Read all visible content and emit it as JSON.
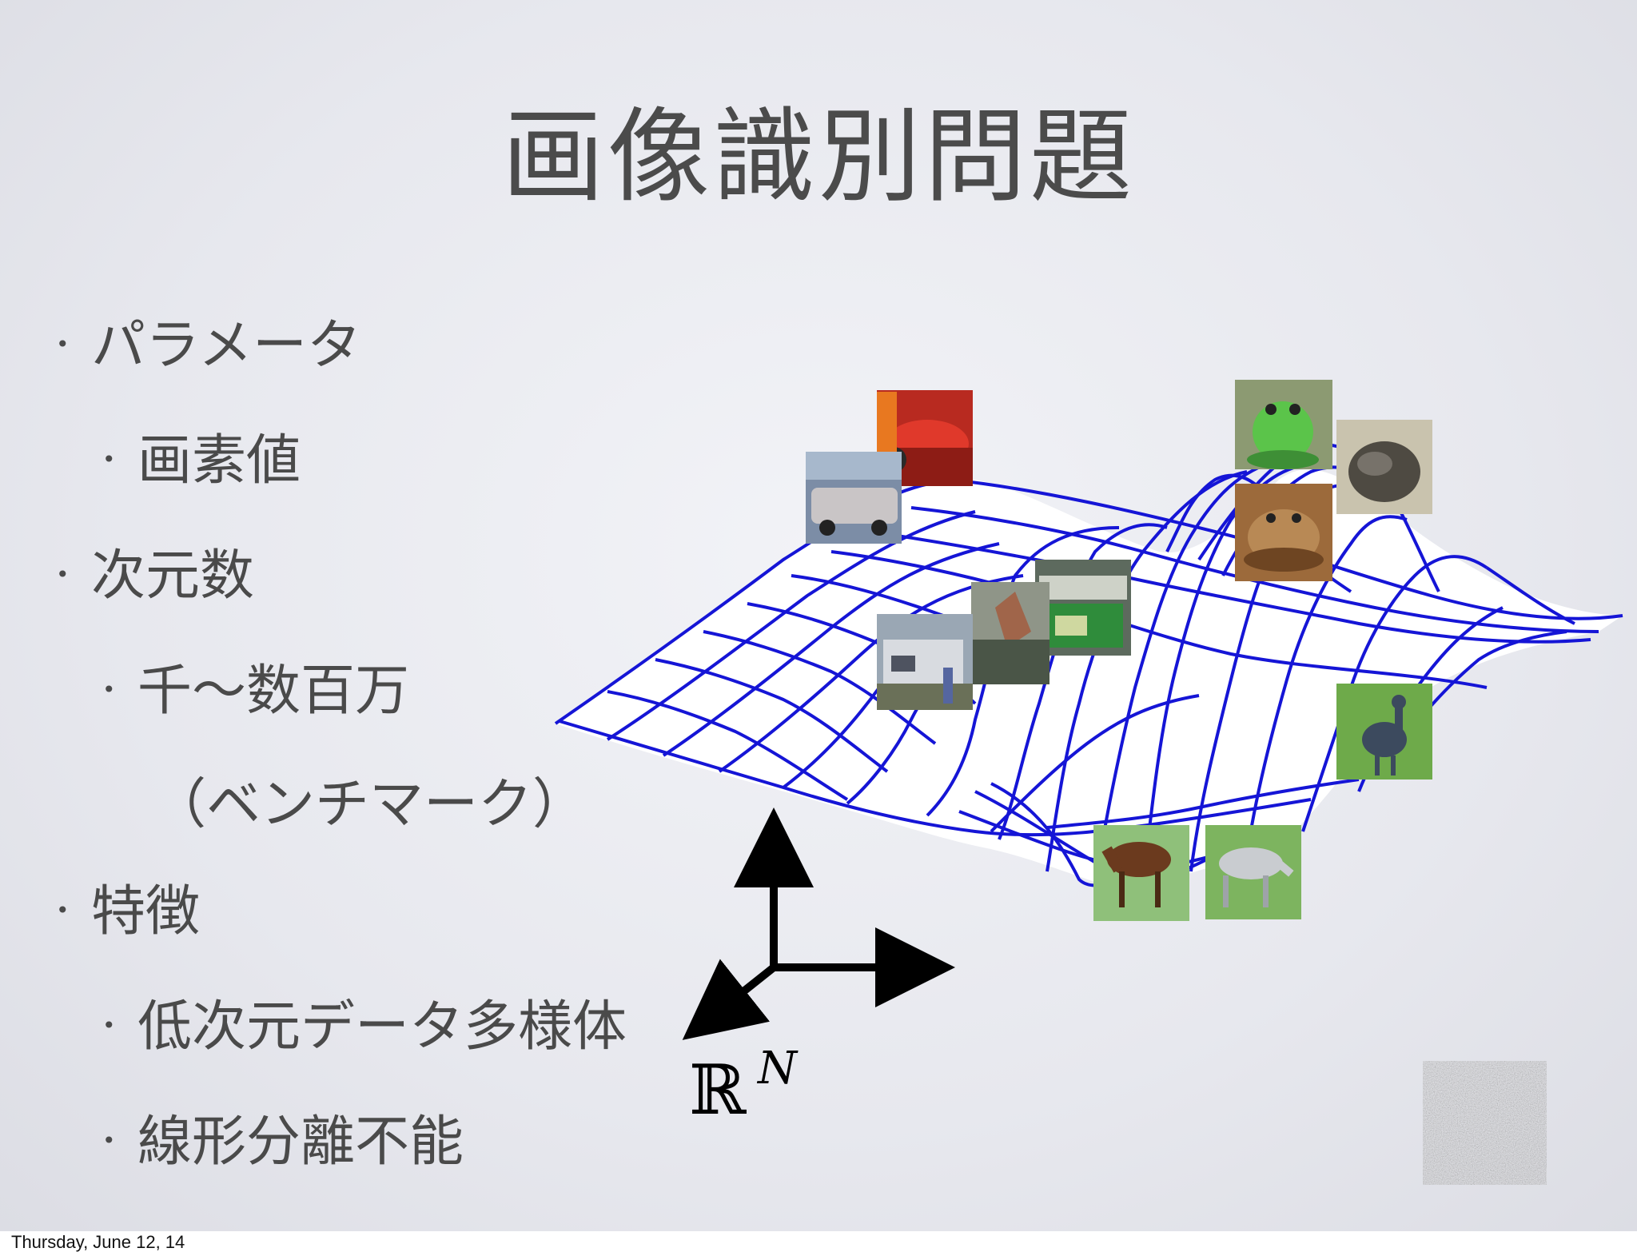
{
  "slide": {
    "title": "画像識別問題",
    "bullets": [
      {
        "level": 1,
        "text": "パラメータ"
      },
      {
        "level": 2,
        "text": "画素値"
      },
      {
        "level": 1,
        "text": "次元数"
      },
      {
        "level": 2,
        "text": "千〜数百万"
      },
      {
        "level": 2,
        "text": "（ベンチマーク）",
        "continuation": true
      },
      {
        "level": 1,
        "text": "特徴"
      },
      {
        "level": 2,
        "text": "低次元データ多様体"
      },
      {
        "level": 2,
        "text": "線形分離不能"
      }
    ],
    "bullet_glyph": "•"
  },
  "figure": {
    "space_label": "ℝ",
    "space_superscript": "N",
    "mesh_color": "#1515d6",
    "sample_images": [
      {
        "name": "car-red-icon"
      },
      {
        "name": "car-silver-icon"
      },
      {
        "name": "truck-green-icon"
      },
      {
        "name": "truck-crane-icon"
      },
      {
        "name": "truck-white-icon"
      },
      {
        "name": "frog-green-icon"
      },
      {
        "name": "frog-grey-icon"
      },
      {
        "name": "frog-brown-icon"
      },
      {
        "name": "bird-icon"
      },
      {
        "name": "horse-brown-icon"
      },
      {
        "name": "horse-white-icon"
      }
    ],
    "noise_image": "noise-icon"
  },
  "footer": {
    "date": "Thursday, June 12, 14"
  }
}
